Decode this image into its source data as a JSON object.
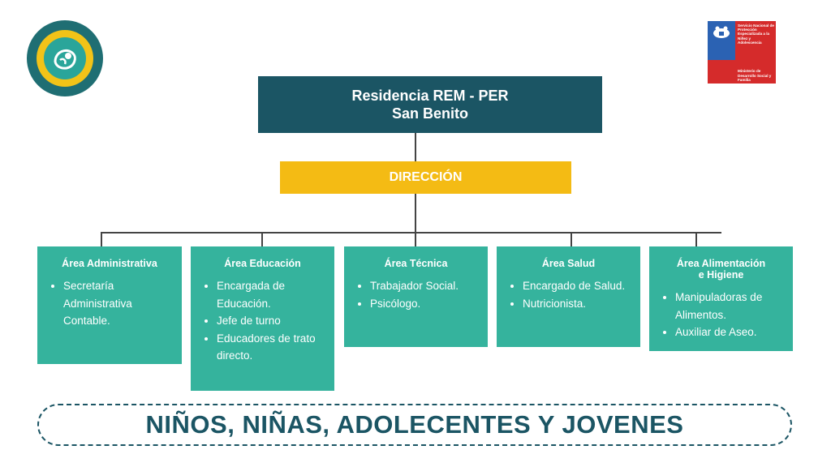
{
  "title": {
    "line1": "Residencia REM - PER",
    "line2": "San Benito"
  },
  "direccion": "DIRECCIÓN",
  "areas": [
    {
      "title": "Área Administrativa",
      "items": [
        "Secretaría Administrativa Contable."
      ]
    },
    {
      "title": "Área Educación",
      "items": [
        "Encargada de Educación.",
        "Jefe de turno",
        "Educadores de trato directo."
      ]
    },
    {
      "title": "Área Técnica",
      "items": [
        "Trabajador Social.",
        "Psicólogo."
      ]
    },
    {
      "title": "Área Salud",
      "items": [
        "Encargado de Salud.",
        "Nutricionista."
      ]
    },
    {
      "title_line1": "Área Alimentación",
      "title_line2": "e Higiene",
      "items": [
        "Manipuladoras de Alimentos.",
        "Auxiliar de Aseo."
      ]
    }
  ],
  "banner": "NIÑOS, NIÑAS, ADOLECENTES Y JOVENES",
  "gov_badge": {
    "line1": "Servicio Nacional de Protección Especializada a la Niñez y Adolescencia",
    "line2": "Ministerio de Desarrollo Social y Familia"
  },
  "colors": {
    "title_bg": "#1b5564",
    "direccion_bg": "#f4bb14",
    "area_bg": "#35b39d",
    "banner_text": "#1b5564"
  }
}
